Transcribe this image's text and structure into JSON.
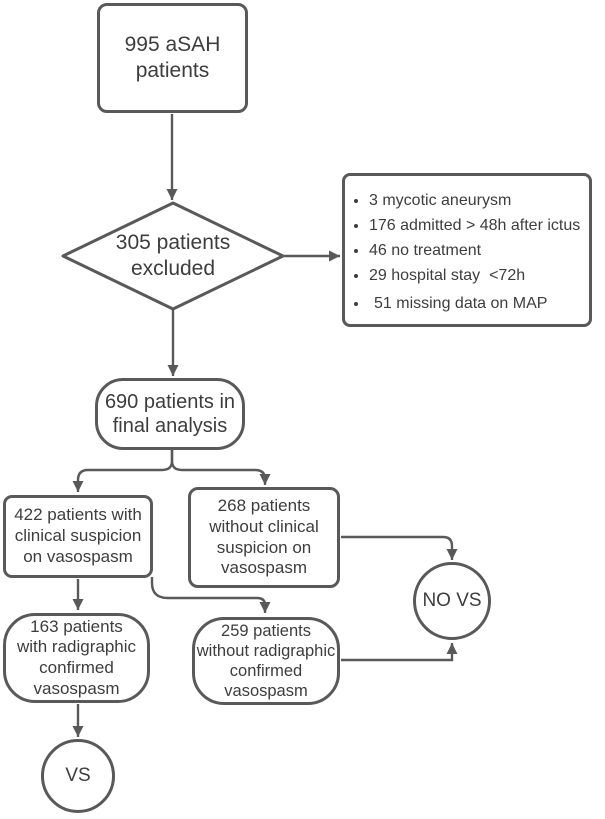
{
  "colors": {
    "border": "#595959",
    "text": "#3d3d3d",
    "background": "#ffffff"
  },
  "nodes": {
    "start": {
      "text": "995 aSAH\npatients"
    },
    "excluded_decision": {
      "text": "305 patients\nexcluded"
    },
    "exclusion_reasons": {
      "items": [
        "3 mycotic aneurysm",
        "176 admitted > 48h after ictus",
        "46 no treatment",
        "29 hospital stay  <72h",
        "51 missing data on MAP"
      ]
    },
    "final_analysis": {
      "text": "690 patients in\nfinal analysis"
    },
    "clinical_suspicion": {
      "text": "422 patients with\nclinical suspicion\non vasospasm"
    },
    "no_clinical_suspicion": {
      "text": "268 patients\nwithout clinical\nsuspicion on\nvasospasm"
    },
    "radiographic_confirmed": {
      "text": "163 patients\nwith radigraphic\nconfirmed\nvasospasm"
    },
    "no_radiographic_confirmed": {
      "text": "259 patients\nwithout radigraphic\nconfirmed\nvasospasm"
    },
    "vs_outcome": {
      "text": "VS"
    },
    "no_vs_outcome": {
      "text": "NO VS"
    }
  }
}
